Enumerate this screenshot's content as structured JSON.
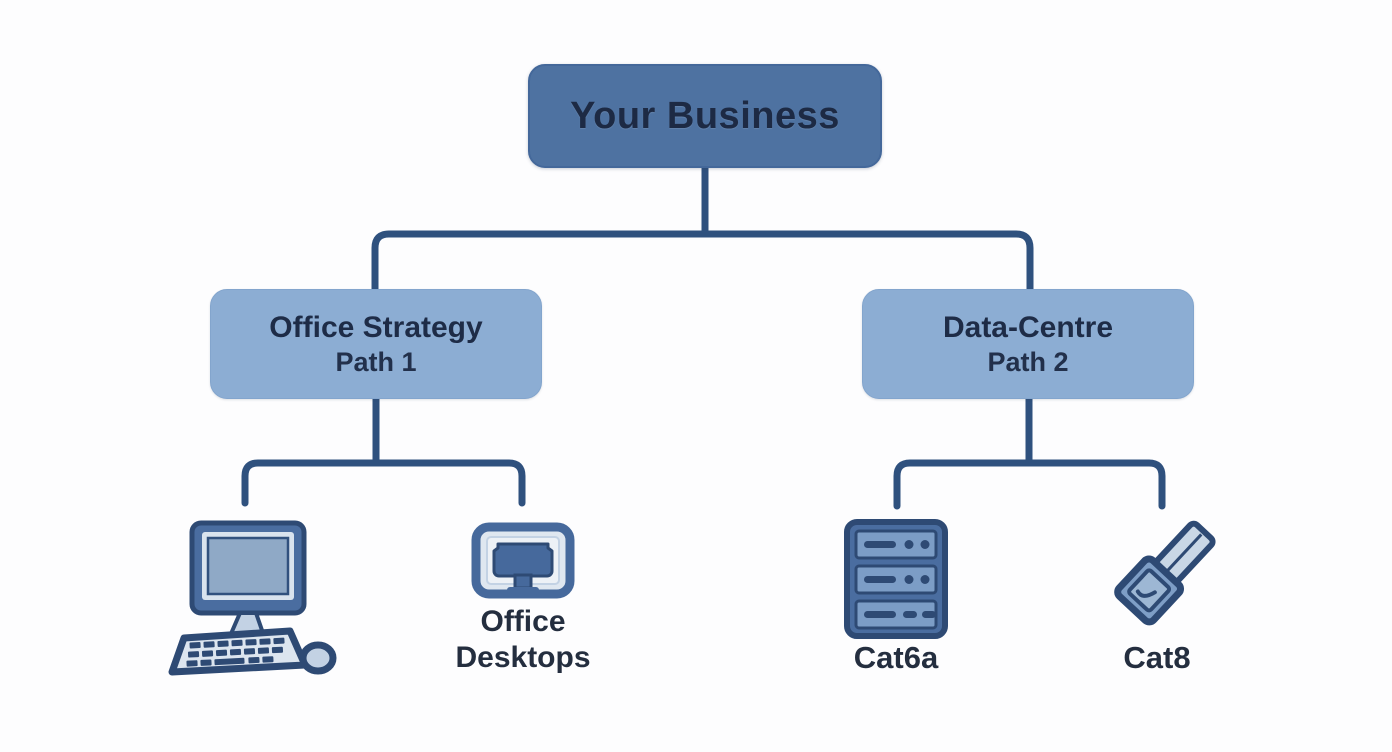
{
  "diagram": {
    "root": {
      "label": "Your Business"
    },
    "branches": [
      {
        "label": "Office Strategy",
        "sublabel": "Path 1"
      },
      {
        "label": "Data-Centre",
        "sublabel": "Path 2"
      }
    ],
    "leaves": [
      {
        "icon": "desktop-computer-icon",
        "label": ""
      },
      {
        "icon": "office-monitor-icon",
        "label": "Office Desktops"
      },
      {
        "icon": "server-rack-icon",
        "label": "Cat6a"
      },
      {
        "icon": "ethernet-cable-icon",
        "label": "Cat8"
      }
    ],
    "colors": {
      "root_fill": "#4e72a1",
      "branch_fill": "#8cadd3",
      "connector": "#2f517e",
      "node_text": "#1e2c47",
      "label_text": "#242e3f",
      "icon_dark": "#2e4a74",
      "icon_mid": "#4a6da0",
      "icon_row_fill": "#7c9dc6",
      "icon_light": "#d9e3ee",
      "background": "#fdfdfe"
    }
  }
}
